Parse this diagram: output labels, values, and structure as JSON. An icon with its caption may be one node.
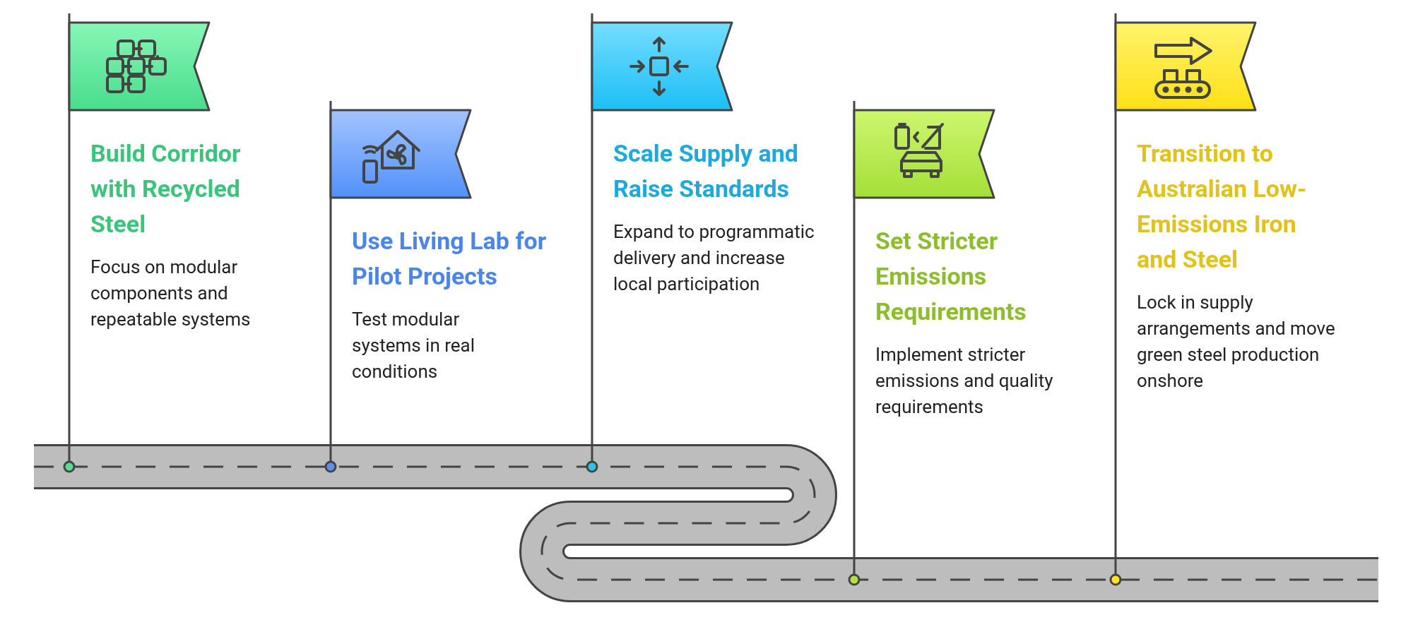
{
  "diagram": {
    "nodes": [
      {
        "text": [
          "Build Corridor with Recycled Steel",
          "Focus on modular components and repeatable systems"
        ]
      },
      {
        "text": [
          "Use Living Lab for Pilot Projects",
          "Test modular systems in real conditions"
        ]
      },
      {
        "text": [
          "Scale Supply and Raise Standards",
          "Expand to programmatic delivery and increase local participation"
        ]
      },
      {
        "text": [
          "Set Stricter Emissions Requirements",
          "Implement stricter emissions and quality requirements"
        ]
      },
      {
        "text": [
          "Transition to Australian Low-Emissions Iron and Steel",
          "Lock in supply arrangements and move green steel production onshore"
        ]
      }
    ]
  }
}
